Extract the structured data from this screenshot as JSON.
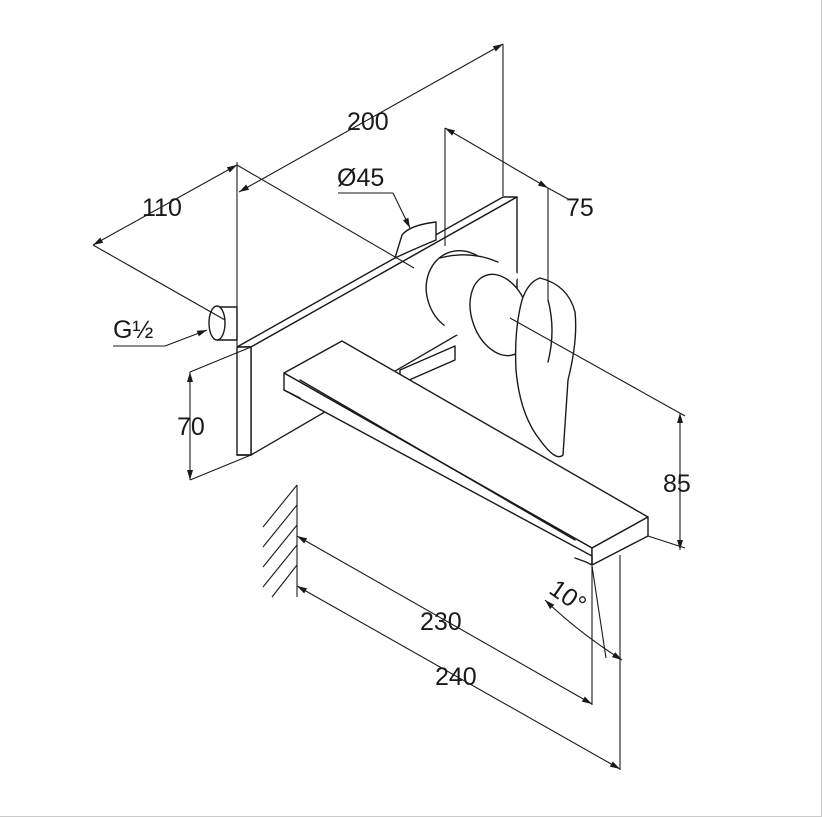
{
  "dimensions": {
    "overall_depth": "200",
    "plate_offset": "110",
    "handle_diameter": "Ø45",
    "handle_depth": "75",
    "thread": "G½",
    "plate_height": "70",
    "spout_height": "85",
    "spout_reach_inner": "230",
    "spout_reach_outer": "240",
    "spout_angle": "10°"
  },
  "colors": {
    "line": "#1a1a1a",
    "background": "#ffffff"
  }
}
